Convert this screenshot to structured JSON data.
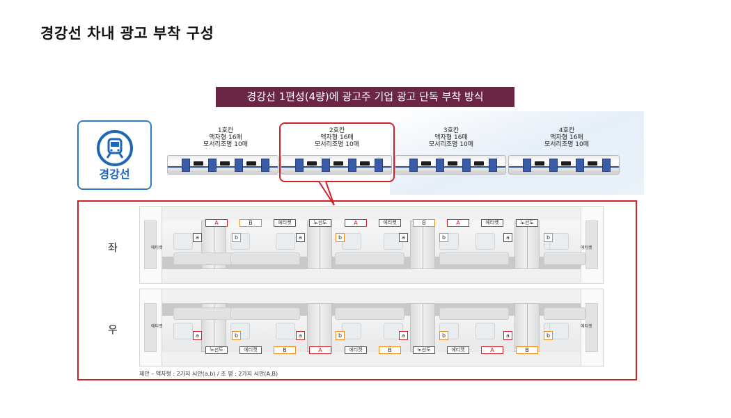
{
  "page_title": "경강선 차내 광고 부착 구성",
  "banner_text": "경강선 1편성(4량)에 광고주 기업 광고 단독 부착 방식",
  "logo": {
    "name": "경강선",
    "color": "#1f67b5"
  },
  "cars": [
    {
      "title": "1호칸",
      "line1": "액자형 16매",
      "line2": "모서리조명 10매"
    },
    {
      "title": "2호칸",
      "line1": "액자형 16매",
      "line2": "모서리조명 10매"
    },
    {
      "title": "3호칸",
      "line1": "액자형 16매",
      "line2": "모서리조명 10매"
    },
    {
      "title": "4호칸",
      "line1": "액자형 16매",
      "line2": "모서리조명 10매"
    }
  ],
  "sides": {
    "left": "좌",
    "right": "우"
  },
  "end_label": "에티켓",
  "top_ads": [
    "A",
    "B",
    "에티켓",
    "노선도",
    "A",
    "에티켓",
    "B",
    "A",
    "에티켓",
    "노선도"
  ],
  "top_frames": [
    "a",
    "b",
    "a",
    "b",
    "a",
    "b",
    "a",
    "b"
  ],
  "bottom_ads": [
    "노선도",
    "에티켓",
    "B",
    "A",
    "에티켓",
    "B",
    "노선도",
    "에티켓",
    "A",
    "B"
  ],
  "bottom_frames": [
    "a",
    "b",
    "a",
    "b",
    "a",
    "b",
    "a",
    "b"
  ],
  "footnote": "제안 – 액자형 : 2가지 시안(a,b)  /  조    명 : 2가지 시안(A,B)",
  "colors": {
    "accent_red": "#d0202a",
    "banner": "#6b2545",
    "orange": "#f08a1c",
    "brand_blue": "#2f79c4"
  }
}
